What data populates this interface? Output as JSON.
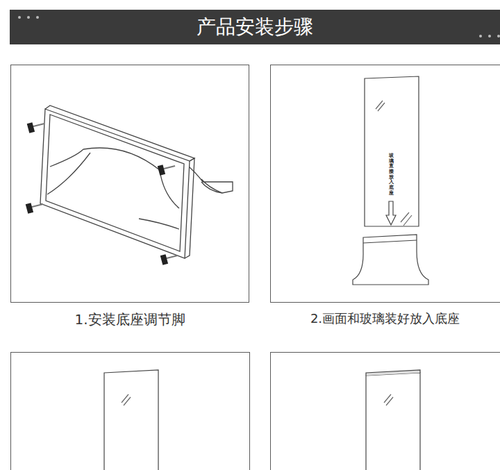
{
  "diagram": {
    "title": "产品安装步骤",
    "nodes": [
      {
        "text": [
          "1.安装底座调节脚"
        ]
      },
      {
        "text": [
          "2.画面和玻璃装好放入底座"
        ]
      }
    ],
    "labels": [
      "玻璃直接放入底座"
    ]
  }
}
